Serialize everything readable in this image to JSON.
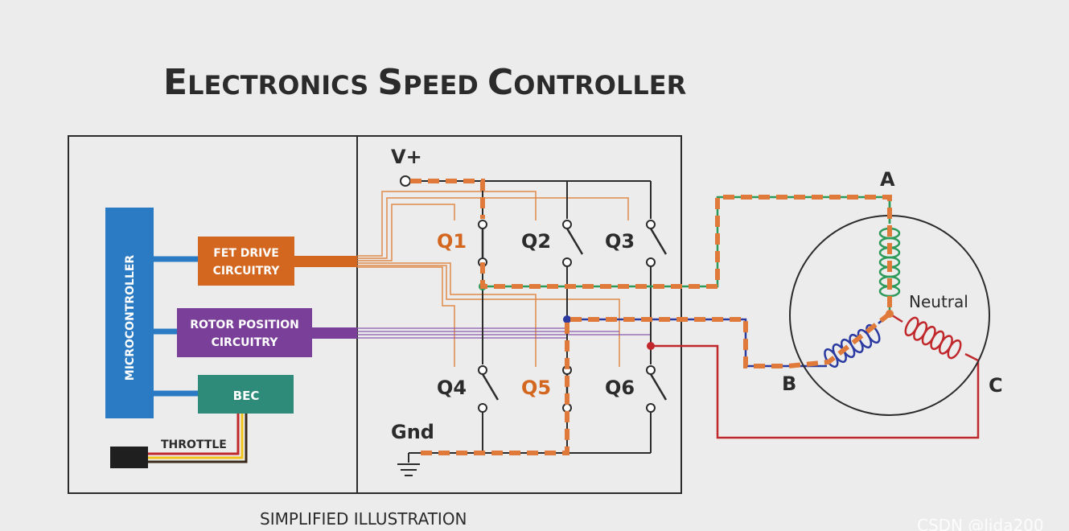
{
  "title": {
    "cap1": "E",
    "rest1": "LECTRONICS",
    "cap2": "S",
    "rest2": "PEED",
    "cap3": "C",
    "rest3": "ONTROLLER"
  },
  "blocks": {
    "microcontroller": "MICROCONTROLLER",
    "fet_line1": "FET DRIVE",
    "fet_line2": "CIRCUITRY",
    "rotor_line1": "ROTOR POSITION",
    "rotor_line2": "CIRCUITRY",
    "bec": "BEC",
    "throttle": "THROTTLE"
  },
  "power": {
    "vplus": "V+",
    "gnd": "Gnd"
  },
  "switches": {
    "q1": "Q1",
    "q2": "Q2",
    "q3": "Q3",
    "q4": "Q4",
    "q5": "Q5",
    "q6": "Q6"
  },
  "motor": {
    "a": "A",
    "b": "B",
    "c": "C",
    "neutral": "Neutral"
  },
  "caption": "SIMPLIFIED ILLUSTRATION",
  "watermark": "CSDN @lida200",
  "colors": {
    "micro": "#2b7bc4",
    "fet": "#d4671f",
    "rotor": "#7a3f98",
    "bec": "#2e8b7a",
    "current_path": "#e07a3a",
    "phase_a": "#2e9a5a",
    "phase_b": "#2a3aa0",
    "phase_c": "#c0282c"
  }
}
